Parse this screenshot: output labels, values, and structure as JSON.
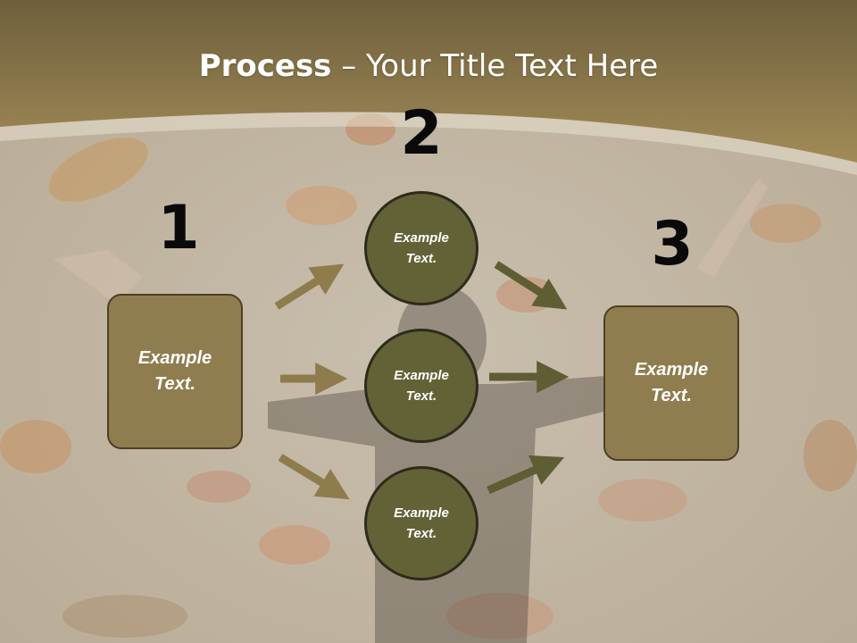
{
  "title": {
    "bold": "Process",
    "rest": " – Your Title Text Here"
  },
  "steps": [
    "1",
    "2",
    "3"
  ],
  "boxes": {
    "left": "Example Text.",
    "right": "Example Text."
  },
  "circles": [
    "Example Text.",
    "Example Text.",
    "Example Text."
  ],
  "colors": {
    "header": "#8c7a4b",
    "box_fill": "#8f7d4f",
    "circle_fill": "#636237",
    "arrow_tan": "#8e7c4d",
    "arrow_olive": "#5e5d33"
  }
}
